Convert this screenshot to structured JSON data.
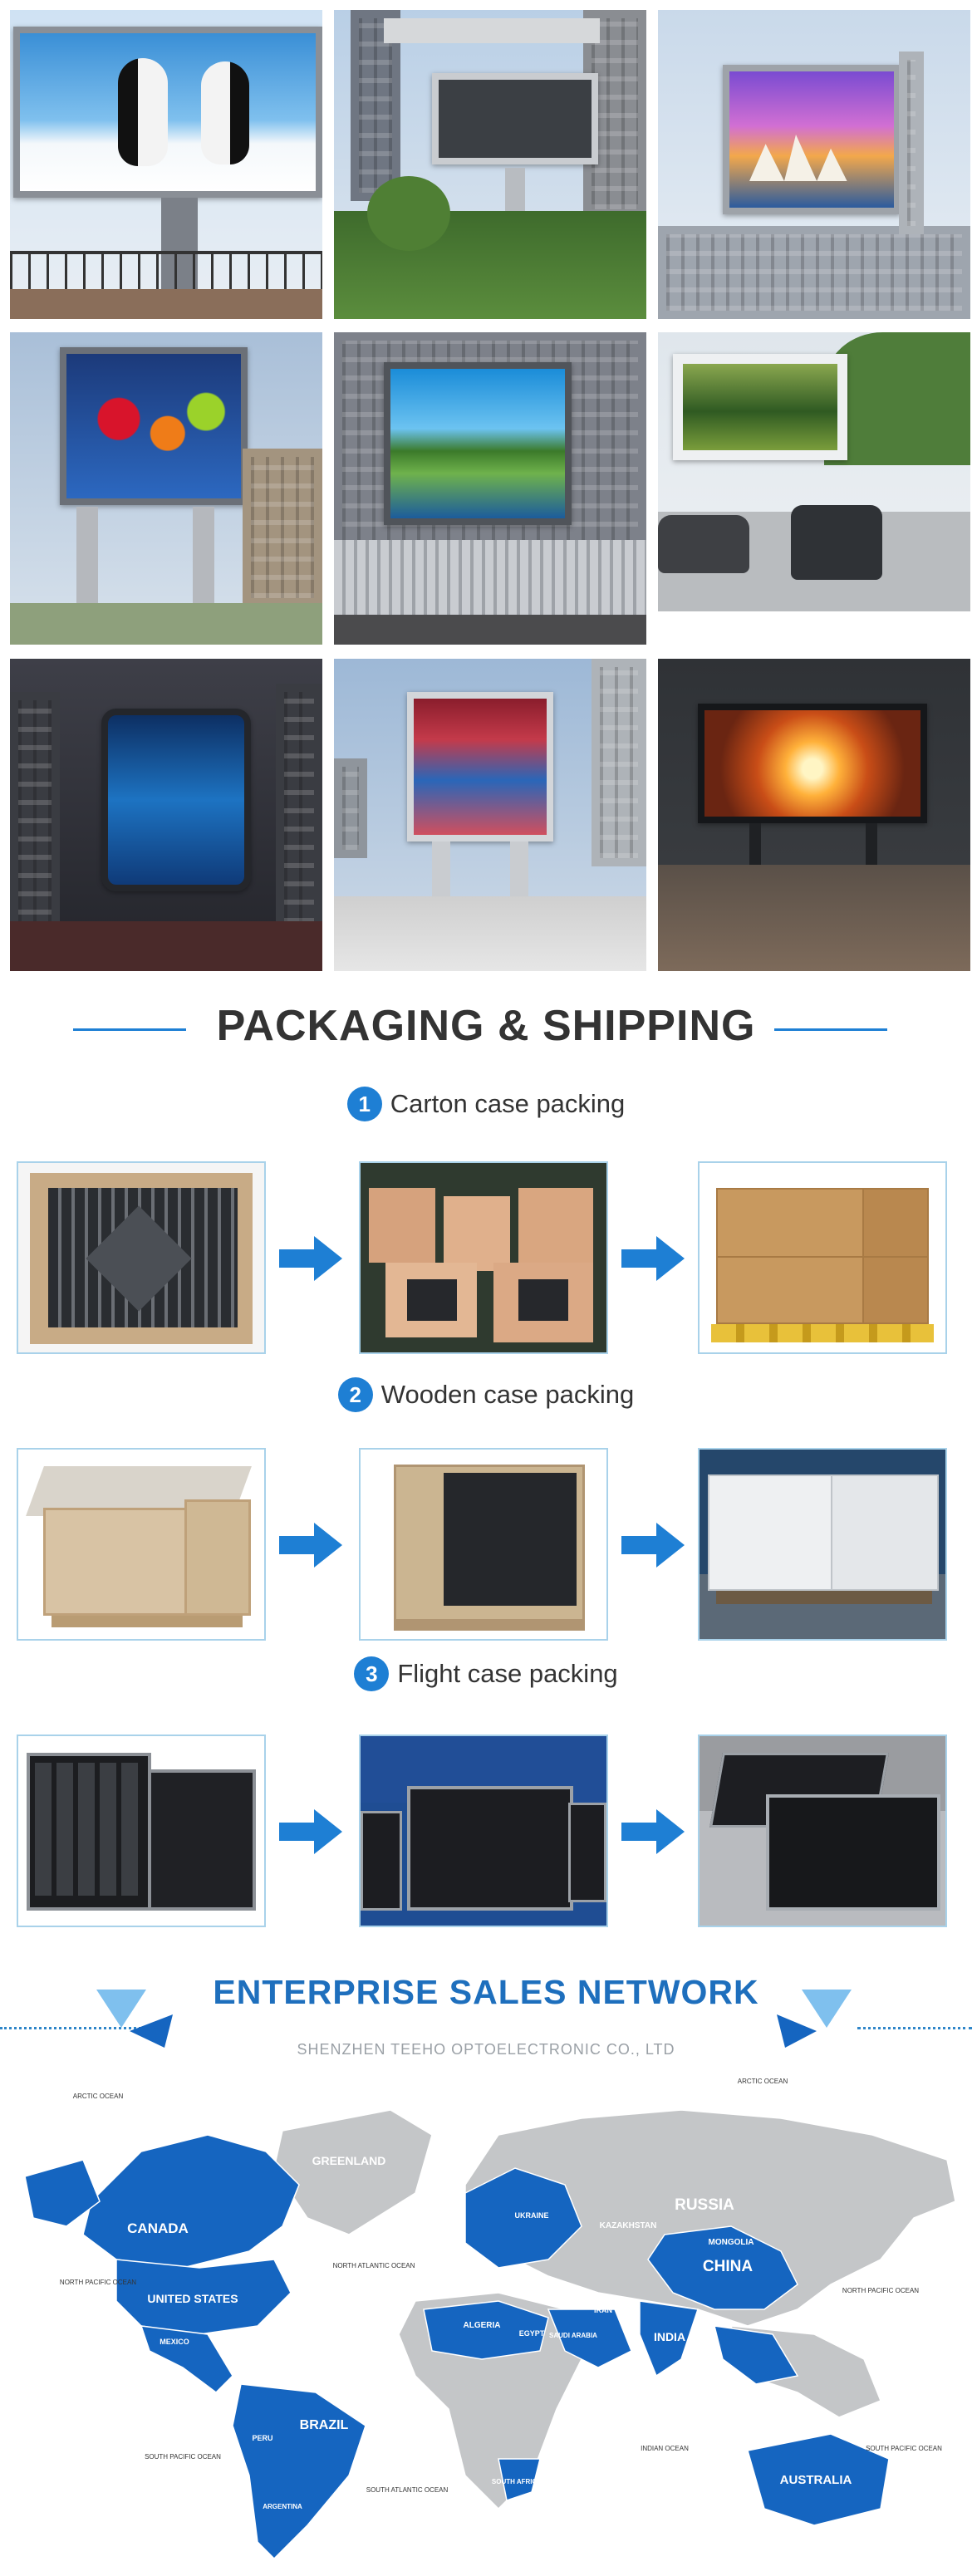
{
  "packaging": {
    "title": "PACKAGING & SHIPPING",
    "steps": [
      {
        "number": "1",
        "label": "Carton case packing"
      },
      {
        "number": "2",
        "label": "Wooden case packing"
      },
      {
        "number": "3",
        "label": "Flight case packing"
      }
    ]
  },
  "network": {
    "title": "ENTERPRISE SALES NETWORK",
    "subtitle": "SHENZHEN TEEHO OPTOELECTRONIC CO., LTD",
    "oceans": {
      "arctic_left": "ARCTIC OCEAN",
      "arctic_right": "ARCTIC OCEAN",
      "north_pacific_left": "NORTH PACIFIC OCEAN",
      "north_pacific_right": "NORTH PACIFIC OCEAN",
      "north_atlantic": "NORTH ATLANTIC OCEAN",
      "south_pacific": "SOUTH PACIFIC OCEAN",
      "south_atlantic": "SOUTH ATLANTIC OCEAN",
      "indian": "INDIAN OCEAN",
      "south_pacific_right": "SOUTH PACIFIC OCEAN"
    },
    "countries": {
      "canada": "CANADA",
      "united_states": "UNITED STATES",
      "mexico": "MEXICO",
      "brazil": "BRAZIL",
      "peru": "PERU",
      "greenland": "GREENLAND",
      "russia": "RUSSIA",
      "china": "CHINA",
      "india": "INDIA",
      "mongolia": "MONGOLIA",
      "kazakhstan": "KAZAKHSTAN",
      "ukraine": "UKRAINE",
      "algeria": "ALGERIA",
      "egypt": "EGYPT",
      "saudi_arabia": "SAUDI ARABIA",
      "iran": "IRAN",
      "australia": "AUSTRALIA",
      "south_africa": "SOUTH AFRICA",
      "argentina": "ARGENTINA"
    }
  },
  "colors": {
    "accent": "#1e7fd4",
    "heading_text": "#333333",
    "network_blue": "#1e6fbd",
    "map_land": "#c4c6c8",
    "map_highlight": "#1565c0"
  }
}
